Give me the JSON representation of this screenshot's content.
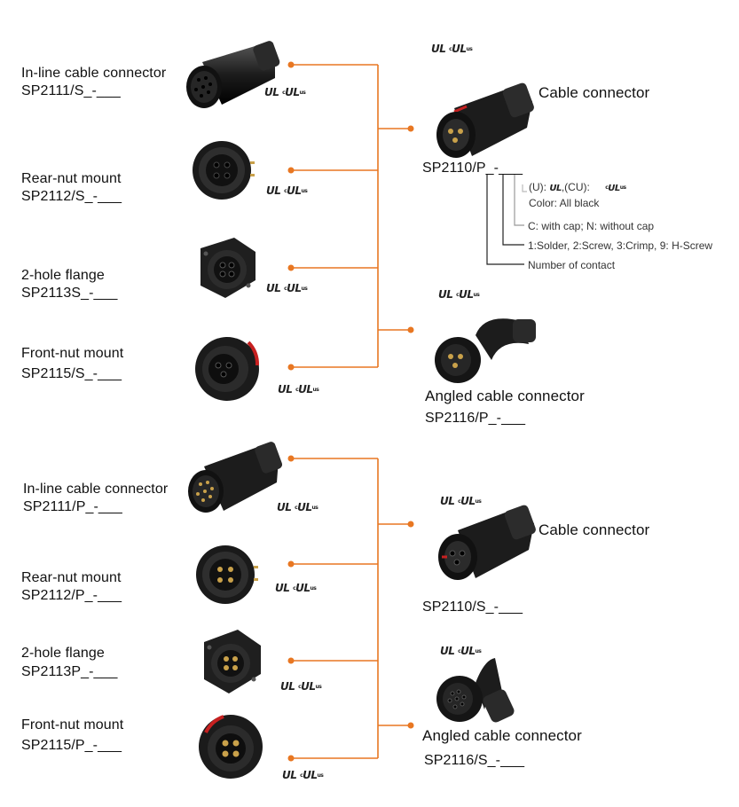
{
  "ul_mark": "UL",
  "cul_prefix": "c",
  "cul_mark": "UL",
  "cul_suffix": "us",
  "accent_color": "#e87722",
  "top_group": {
    "left": [
      {
        "title": "In-line cable connector",
        "code": "SP2111/S_-___"
      },
      {
        "title": "Rear-nut mount",
        "code": "SP2112/S_-___"
      },
      {
        "title": "2-hole flange",
        "code": "SP2113S_-___"
      },
      {
        "title": "Front-nut mount",
        "code": "SP2115/S_-___"
      }
    ],
    "right": [
      {
        "title": "Cable connector",
        "code": "SP2110/P_-___"
      },
      {
        "title": "Angled cable connector",
        "code": "SP2116/P_-___"
      }
    ]
  },
  "bottom_group": {
    "left": [
      {
        "title": "In-line cable connector",
        "code": "SP2111/P_-___"
      },
      {
        "title": "Rear-nut mount",
        "code": "SP2112/P_-___"
      },
      {
        "title": "2-hole flange",
        "code": "SP2113P_-___"
      },
      {
        "title": "Front-nut mount",
        "code": "SP2115/P_-___"
      }
    ],
    "right": [
      {
        "title": "Cable connector",
        "code": "SP2110/S_-___"
      },
      {
        "title": "Angled cable connector",
        "code": "SP2116/S_-___"
      }
    ]
  },
  "legend": {
    "cert_u": "(U):",
    "cert_cu": ",(CU):",
    "color": "Color: All black",
    "cap": "C: with cap; N: without cap",
    "termination": "1:Solder, 2:Screw, 3:Crimp, 9: H-Screw",
    "contacts": "Number of contact"
  }
}
